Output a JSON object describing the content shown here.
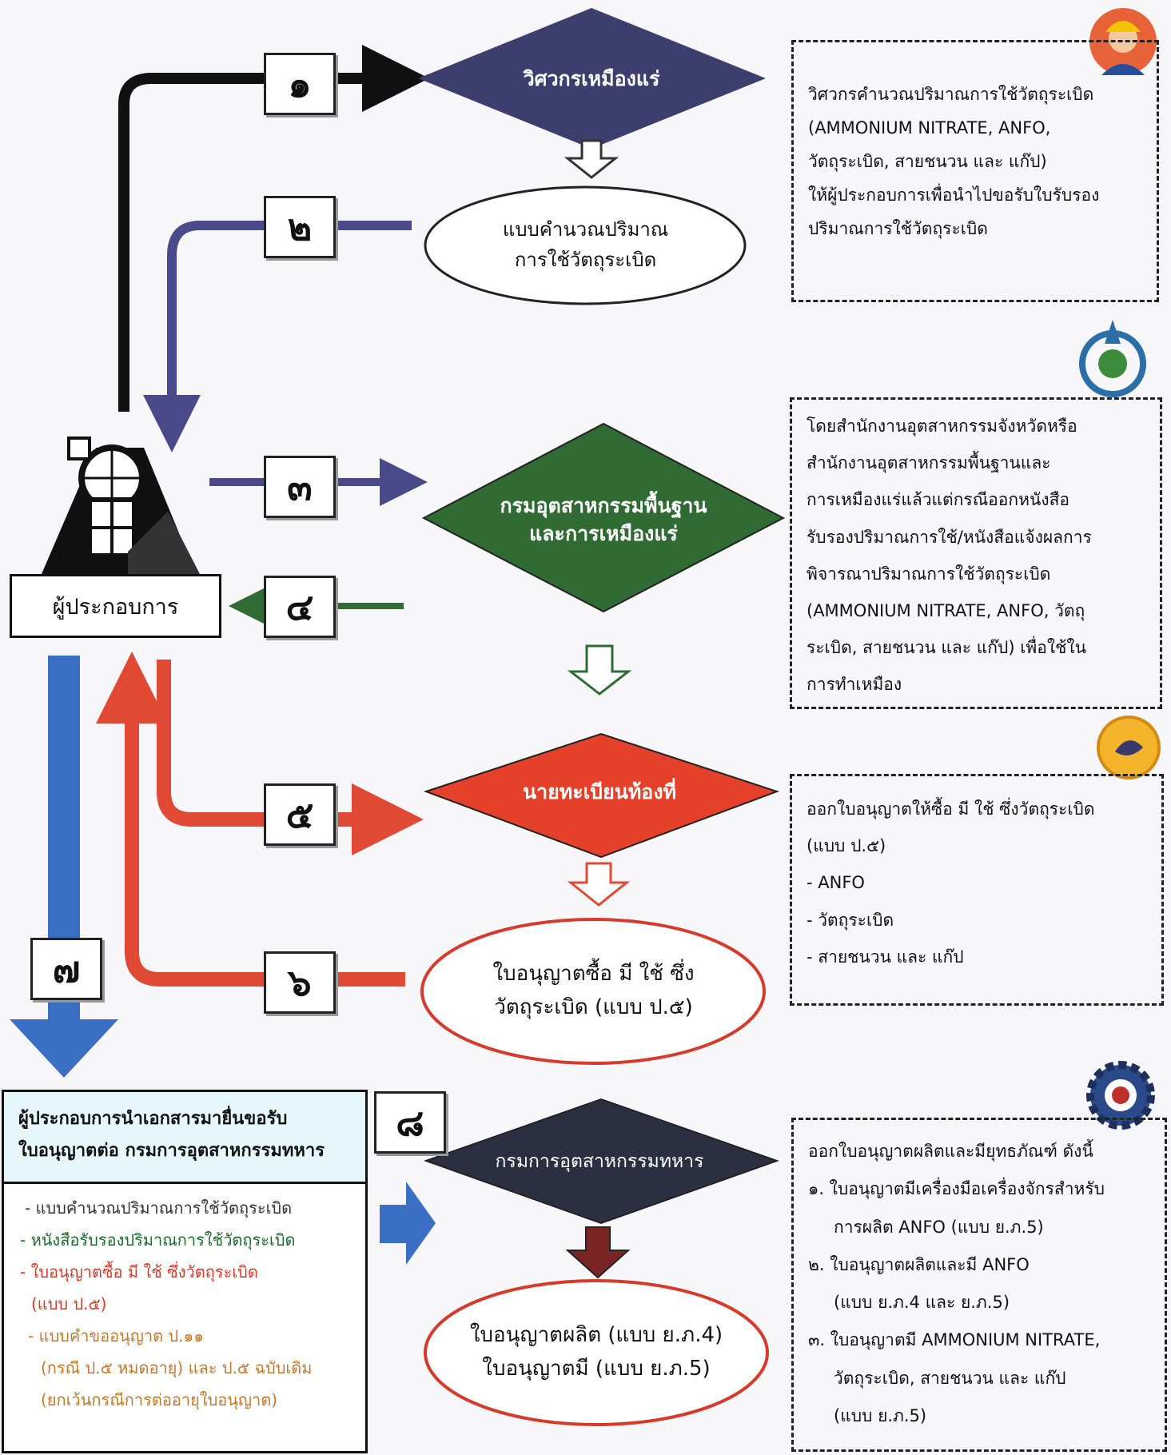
{
  "operator": {
    "label": "ผู้ประกอบการ"
  },
  "steps": [
    "๑",
    "๒",
    "๓",
    "๔",
    "๕",
    "๖",
    "๗",
    "๘"
  ],
  "nodes": {
    "engineer": "วิศวกรเหมืองแร่",
    "calc_form_line1": "แบบคำนวณปริมาณ",
    "calc_form_line2": "การใช้วัตถุระเบิด",
    "dpim_line1": "กรมอุตสาหกรรมพื้นฐาน",
    "dpim_line2": "และการเหมืองแร่",
    "registrar": "นายทะเบียนท้องที่",
    "permit_line1": "ใบอนุญาตซื้อ มี ใช้ ซึ่ง",
    "permit_line2": "วัตถุระเบิด (แบบ ป.๕)",
    "military": "กรมการอุตสาหกรรมทหาร",
    "final_line1": "ใบอนุญาตผลิต (แบบ ย.ภ.4)",
    "final_line2": "ใบอนุญาตมี (แบบ ย.ภ.5)"
  },
  "notes": {
    "engineer": [
      "วิศวกรคำนวณปริมาณการใช้วัตถุระเบิด",
      "(AMMONIUM NITRATE, ANFO,",
      "วัตถุระเบิด, สายชนวน และ แก๊ป)",
      "ให้ผู้ประกอบการเพื่อนำไปขอรับใบรับรอง",
      "ปริมาณการใช้วัตถุระเบิด"
    ],
    "dpim": [
      "โดยสำนักงานอุตสาหกรรมจังหวัดหรือ",
      "สำนักงานอุตสาหกรรมพื้นฐานและ",
      "การเหมืองแร่แล้วแต่กรณีออกหนังสือ",
      "รับรองปริมาณการใช้/หนังสือแจ้งผลการ",
      "พิจารณาปริมาณการใช้วัตถุระเบิด",
      "(AMMONIUM NITRATE, ANFO, วัตถุ",
      "ระเบิด, สายชนวน และ แก๊ป) เพื่อใช้ใน",
      "การทำเหมือง"
    ],
    "registrar": [
      "ออกใบอนุญาตให้ซื้อ มี ใช้ ซึ่งวัตถุระเบิด",
      "(แบบ ป.๕)",
      "- ANFO",
      "- วัตถุระเบิด",
      "- สายชนวน และ แก๊ป"
    ],
    "military": [
      "ออกใบอนุญาตผลิตและมียุทธภัณฑ์ ดังนี้",
      "๑. ใบอนุญาตมีเครื่องมือเครื่องจักรสำหรับ",
      "การผลิต ANFO (แบบ ย.ภ.5)",
      "๒. ใบอนุญาตผลิตและมี ANFO",
      "(แบบ ย.ภ.4 และ ย.ภ.5)",
      "๓. ใบอนุญาตมี AMMONIUM NITRATE,",
      "วัตถุระเบิด, สายชนวน และ แก๊ป",
      "(แบบ ย.ภ.5)"
    ]
  },
  "submission": {
    "header_line1": "ผู้ประกอบการนำเอกสารมายื่นขอรับ",
    "header_line2": "ใบอนุญาตต่อ กรมการอุตสาหกรรมทหาร",
    "items": [
      "- แบบคำนวณปริมาณการใช้วัตถุระเบิด",
      "- หนังสือรับรองปริมาณการใช้วัตถุระเบิด",
      "- ใบอนุญาตซื้อ มี ใช้ ซึ่งวัตถุระเบิด",
      "(แบบ ป.๕)",
      "- แบบคำขออนุญาต ป.๑๑",
      "(กรณี ป.๕ หมดอายุ) และ ป.๕ ฉบับเดิม",
      "(ยกเว้นกรณีการต่ออายุใบอนุญาต)"
    ],
    "item_colors": [
      "#333333",
      "#1d6b2d",
      "#d63a2a",
      "#d63a2a",
      "#c07a2a",
      "#c07a2a",
      "#c07a2a"
    ]
  },
  "colors": {
    "engineer_diamond": "#3c3f6e",
    "dpim_diamond": "#2f6b33",
    "registrar_diamond": "#e5402a",
    "military_diamond": "#2c2f42",
    "red_flow": "#e04a35",
    "blue_flow": "#3b6fc4",
    "navy_flow": "#4a4a8a"
  }
}
